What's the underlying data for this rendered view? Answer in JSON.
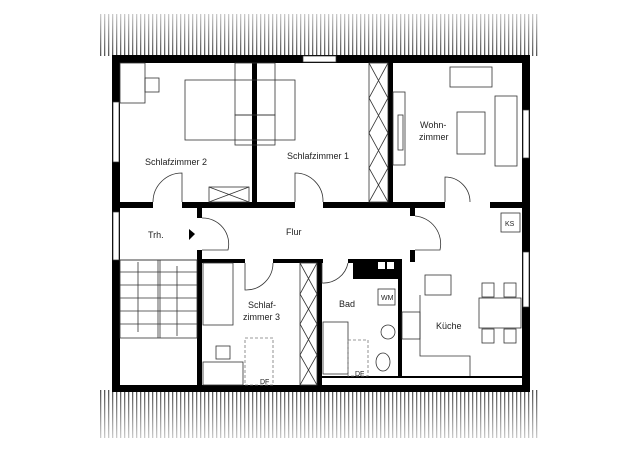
{
  "rooms": {
    "schlafzimmer2": "Schlafzimmer 2",
    "schlafzimmer1": "Schlafzimmer 1",
    "wohnzimmer_1": "Wohn-",
    "wohnzimmer_2": "zimmer",
    "treppenhaus": "Trh.",
    "flur": "Flur",
    "schlafzimmer3_1": "Schlaf-",
    "schlafzimmer3_2": "zimmer 3",
    "bad": "Bad",
    "kueche": "Küche"
  },
  "fixtures": {
    "washing_machine": "WM",
    "fridge": "KS",
    "roof_window_1": "DF",
    "roof_window_2": "DF"
  },
  "colors": {
    "wall": "#000000",
    "line": "#333333",
    "background": "#ffffff"
  }
}
